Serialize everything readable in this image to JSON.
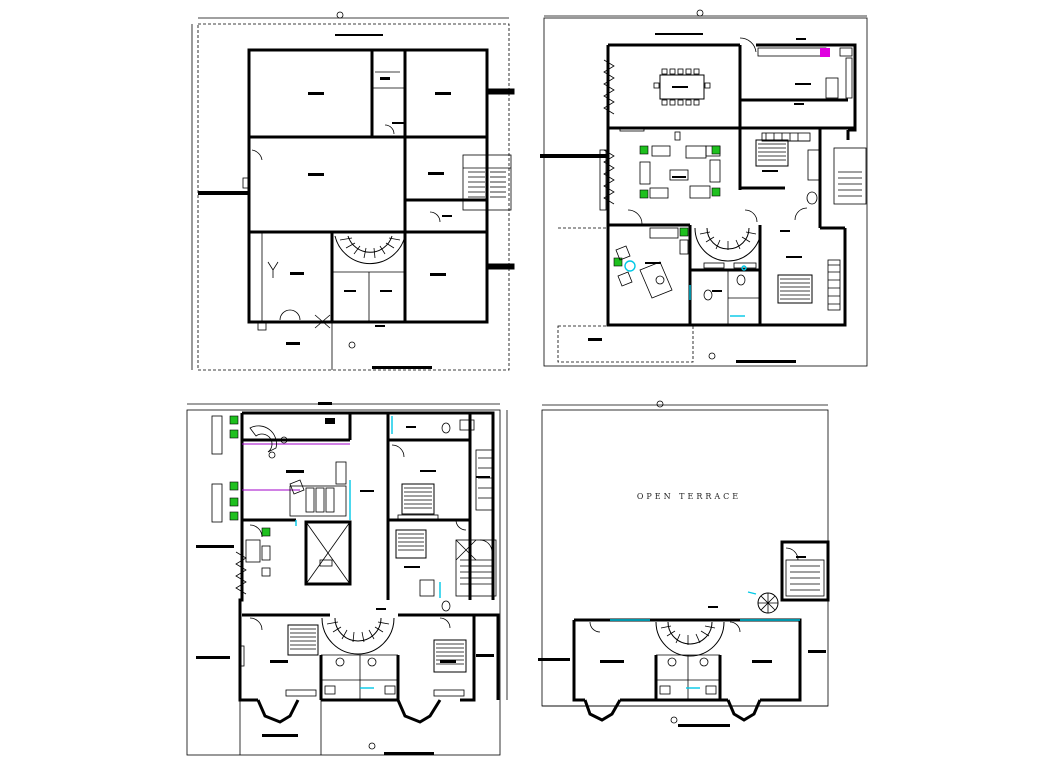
{
  "drawing": {
    "panels": [
      {
        "id": "ground-floor-plan"
      },
      {
        "id": "first-floor-plan"
      },
      {
        "id": "second-floor-plan"
      },
      {
        "id": "terrace-floor-plan",
        "terrace_label": "OPEN TERRACE"
      }
    ],
    "colors": {
      "line": "#000000",
      "green": "#1ec01e",
      "cyan": "#00c8e6",
      "magenta": "#e000e0",
      "purple": "#a000c8"
    }
  }
}
